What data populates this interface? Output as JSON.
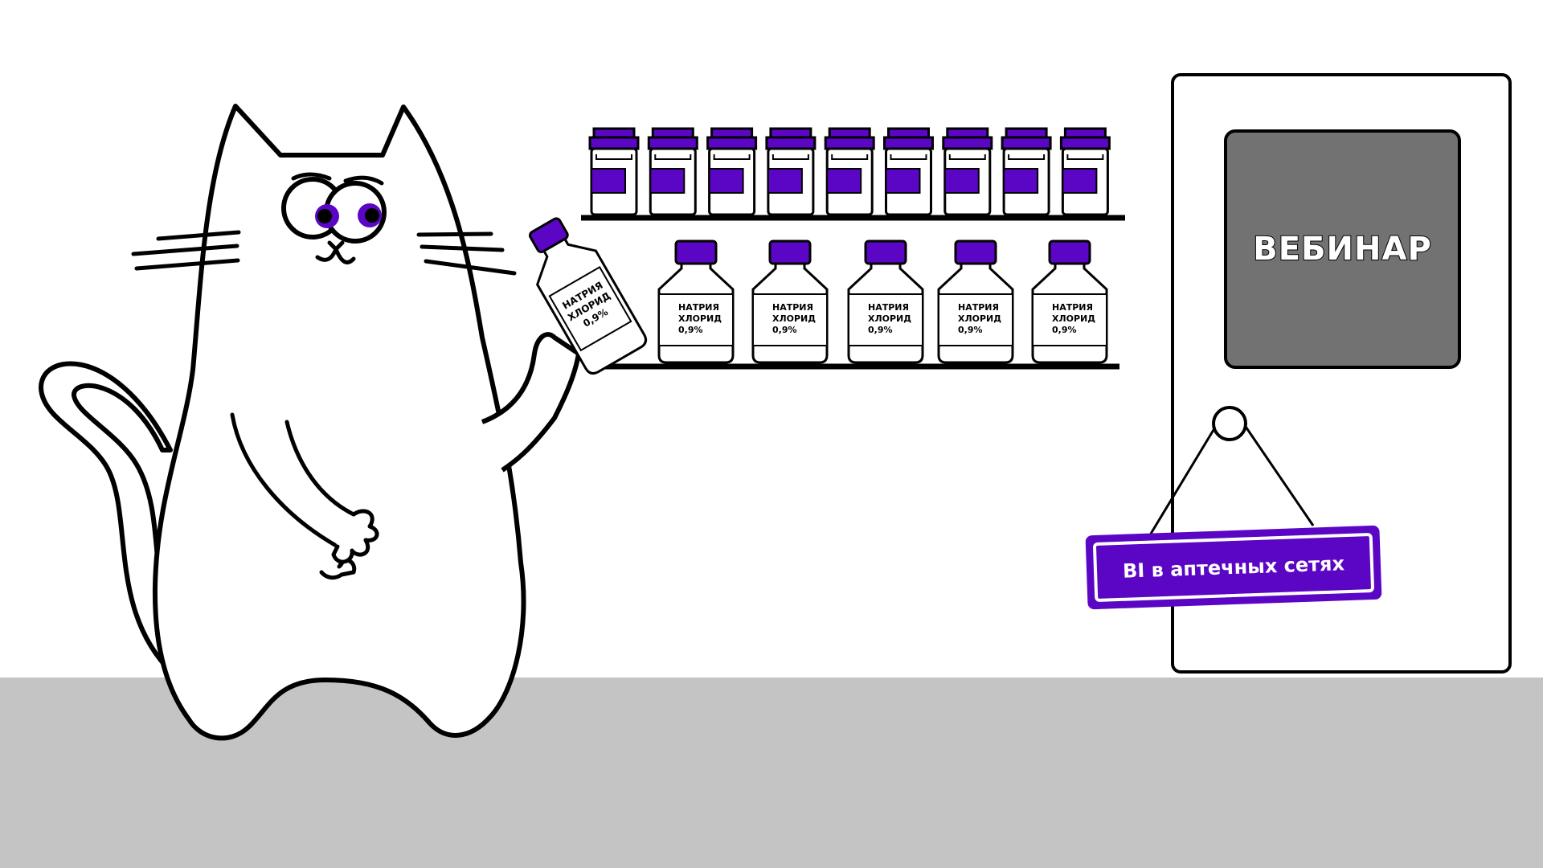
{
  "colors": {
    "accent": "#5b06c4",
    "floor": "#c4c4c4",
    "door_window": "#737272",
    "outline": "#000000",
    "background": "#ffffff"
  },
  "door": {
    "window_title": "ВЕБИНАР",
    "sign_text": "BI в аптечных сетях"
  },
  "bottle_label": {
    "line1": "НАТРИЯ",
    "line2": "ХЛОРИД",
    "line3": "0,9%"
  },
  "shelf_top": {
    "jar_count": 9
  },
  "shelf_bottom": {
    "bottle_count": 5
  }
}
